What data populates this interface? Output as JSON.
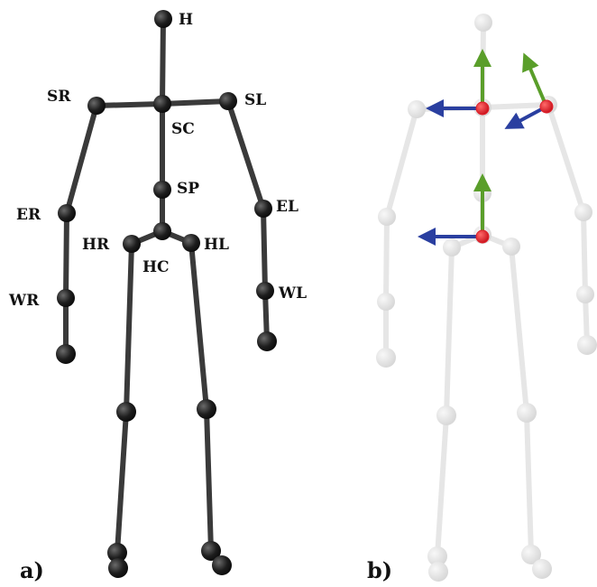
{
  "panels": [
    {
      "id": "a",
      "label": "a)",
      "joints": [
        {
          "id": "H",
          "label": "H"
        },
        {
          "id": "SC",
          "label": "SC"
        },
        {
          "id": "SR",
          "label": "SR"
        },
        {
          "id": "SL",
          "label": "SL"
        },
        {
          "id": "SP",
          "label": "SP"
        },
        {
          "id": "ER",
          "label": "ER"
        },
        {
          "id": "EL",
          "label": "EL"
        },
        {
          "id": "WR",
          "label": "WR"
        },
        {
          "id": "WL",
          "label": "WL"
        },
        {
          "id": "HC",
          "label": "HC"
        },
        {
          "id": "HR",
          "label": "HR"
        },
        {
          "id": "HL",
          "label": "HL"
        }
      ]
    },
    {
      "id": "b",
      "label": "b)"
    }
  ],
  "colors": {
    "skeleton_dark": "#3a3a3a",
    "skeleton_light": "#e6e6e6",
    "highlight_joint": "#e0202a",
    "axis_vertical": "#5a9e2a",
    "axis_horizontal": "#2a3fa0"
  }
}
